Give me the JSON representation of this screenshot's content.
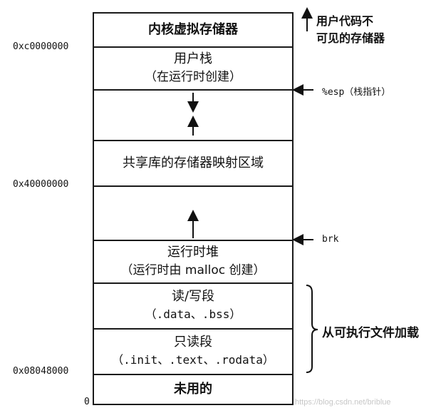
{
  "segments": {
    "kernel": {
      "label": "内核虚拟存储器"
    },
    "user_stack": {
      "label": "用户栈",
      "sub": "（在运行时创建）"
    },
    "shared_libs": {
      "label": "共享库的存储器映射区域"
    },
    "heap": {
      "label": "运行时堆",
      "sub": "（运行时由 malloc 创建）"
    },
    "rw": {
      "label": "读/写段",
      "sub": "（.data、.bss）"
    },
    "ro": {
      "label": "只读段",
      "sub": "（.init、.text、.rodata）"
    },
    "unused": {
      "label": "未用的"
    }
  },
  "addresses": {
    "kernel_base": "0xc0000000",
    "shared_base": "0x40000000",
    "text_base": "0x08048000",
    "zero": "0"
  },
  "annotations": {
    "invisible_line1": "用户代码不",
    "invisible_line2": "可见的存储器",
    "esp": "%esp（栈指针）",
    "brk": "brk",
    "loaded": "从可执行文件加载"
  },
  "watermark": "https://blog.csdn.net/briblue"
}
